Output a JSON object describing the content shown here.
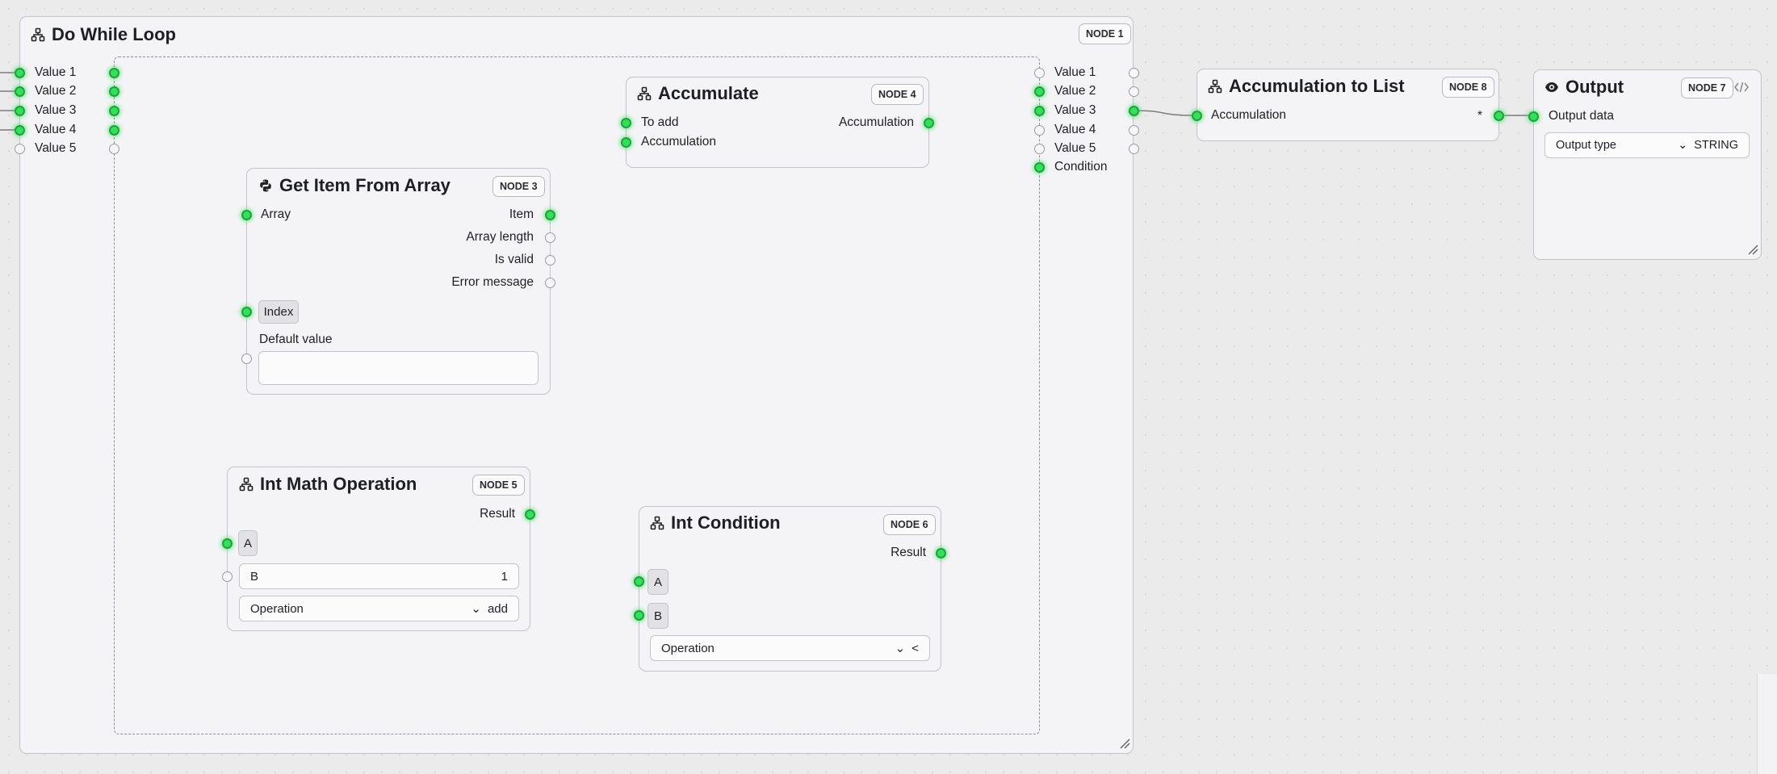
{
  "colors": {
    "port_active": "#33e05a",
    "wire": "#7a7a80",
    "node_bg": "#f4f4f6"
  },
  "nodes": {
    "do_while": {
      "title": "Do While Loop",
      "badge": "NODE 1",
      "icon": "graph-icon",
      "inputs": [
        "Value 1",
        "Value 2",
        "Value 3",
        "Value 4",
        "Value 5"
      ],
      "outputs": [
        "Value 1",
        "Value 2",
        "Value 3",
        "Value 4",
        "Value 5",
        "Condition"
      ]
    },
    "get_item": {
      "title": "Get Item From Array",
      "badge": "NODE 3",
      "icon": "python-icon",
      "input_array": "Array",
      "output_item": "Item",
      "output_array_length": "Array length",
      "output_is_valid": "Is valid",
      "output_error": "Error message",
      "index_button": "Index",
      "default_value_label": "Default value",
      "default_value": ""
    },
    "accumulate": {
      "title": "Accumulate",
      "badge": "NODE 4",
      "icon": "graph-icon",
      "input_to_add": "To add",
      "input_accumulation": "Accumulation",
      "output_accumulation": "Accumulation"
    },
    "int_math": {
      "title": "Int Math Operation",
      "badge": "NODE 5",
      "icon": "graph-icon",
      "output_result": "Result",
      "input_a": "A",
      "input_b_label": "B",
      "input_b_value": "1",
      "operation_label": "Operation",
      "operation_value": "add"
    },
    "int_condition": {
      "title": "Int Condition",
      "badge": "NODE 6",
      "icon": "graph-icon",
      "output_result": "Result",
      "input_a": "A",
      "input_b": "B",
      "operation_label": "Operation",
      "operation_value": "<"
    },
    "acc_to_list": {
      "title": "Accumulation to List",
      "badge": "NODE 8",
      "icon": "graph-icon",
      "input_accumulation": "Accumulation",
      "output_marker": "*"
    },
    "output": {
      "title": "Output",
      "badge": "NODE 7",
      "icon": "eye-icon",
      "code_icon": "code-icon",
      "input_data": "Output data",
      "type_label": "Output type",
      "type_value": "STRING"
    }
  }
}
